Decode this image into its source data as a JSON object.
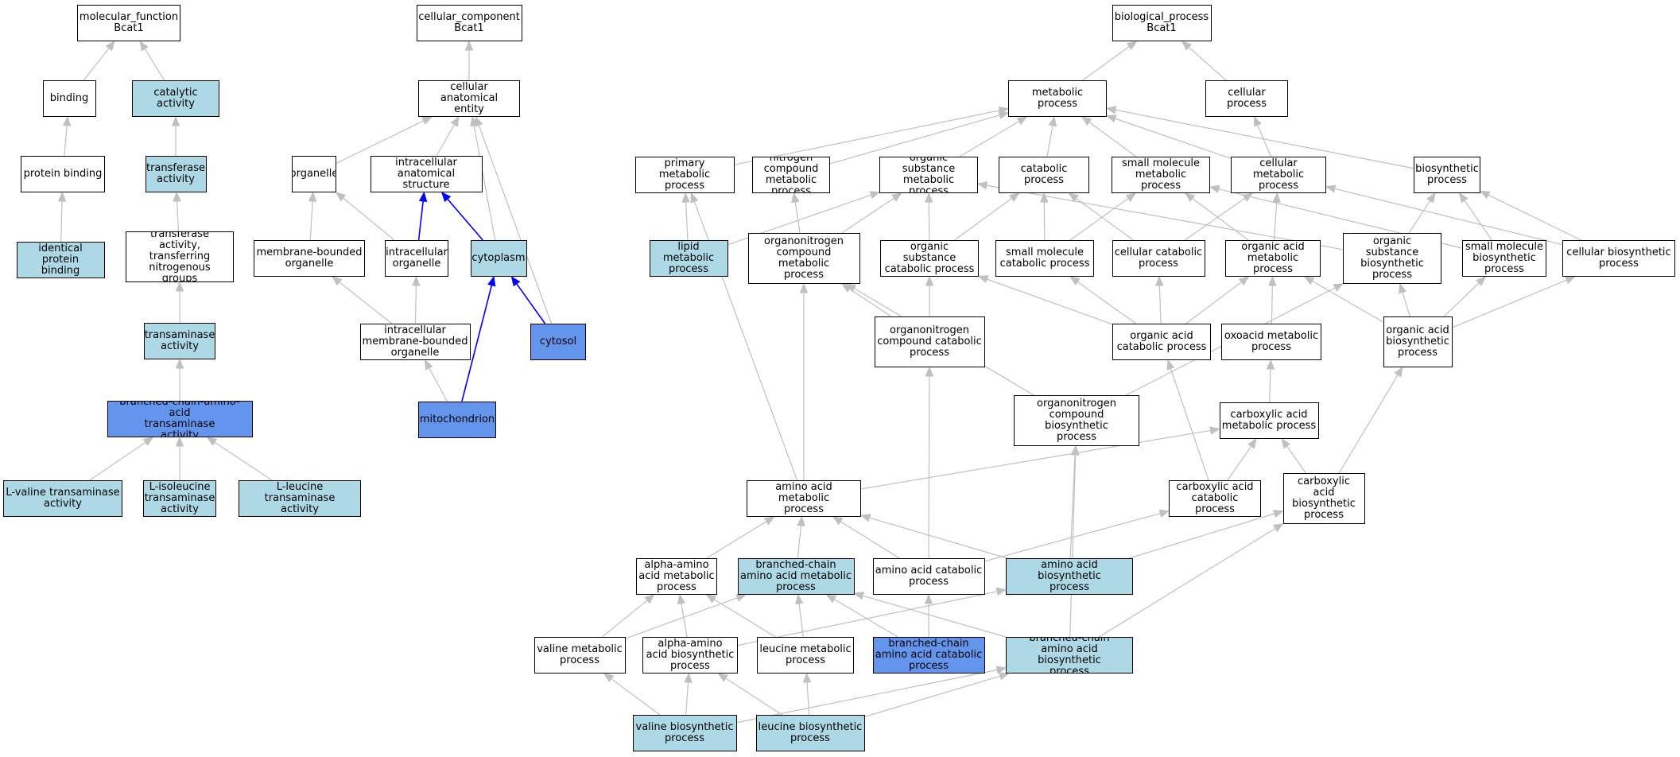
{
  "colors": {
    "plain": "#ffffff",
    "light": "#add8e6",
    "dark": "#6495ed",
    "edge_gray": "#c0c0c0",
    "edge_blue": "#0000ff"
  },
  "nodes": [
    {
      "id": "mf",
      "label": "molecular_function\nBcat1",
      "fill": "plain"
    },
    {
      "id": "binding",
      "label": "binding",
      "fill": "plain"
    },
    {
      "id": "catalytic",
      "label": "catalytic activity",
      "fill": "light"
    },
    {
      "id": "protbind",
      "label": "protein binding",
      "fill": "plain"
    },
    {
      "id": "transferase",
      "label": "transferase\nactivity",
      "fill": "light"
    },
    {
      "id": "identprot",
      "label": "identical protein\nbinding",
      "fill": "light"
    },
    {
      "id": "transfnitro",
      "label": "transferase\nactivity, transferring\nnitrogenous\ngroups",
      "fill": "plain"
    },
    {
      "id": "transaminase",
      "label": "transaminase\nactivity",
      "fill": "light"
    },
    {
      "id": "bcaa_trans",
      "label": "branched-chain-amino-acid\ntransaminase\nactivity",
      "fill": "dark"
    },
    {
      "id": "lval",
      "label": "L-valine transaminase\nactivity",
      "fill": "light"
    },
    {
      "id": "liso",
      "label": "L-isoleucine\ntransaminase\nactivity",
      "fill": "light"
    },
    {
      "id": "lleu",
      "label": "L-leucine transaminase\nactivity",
      "fill": "light"
    },
    {
      "id": "cc",
      "label": "cellular_component\nBcat1",
      "fill": "plain"
    },
    {
      "id": "cae",
      "label": "cellular anatomical\nentity",
      "fill": "plain"
    },
    {
      "id": "organelle",
      "label": "organelle",
      "fill": "plain"
    },
    {
      "id": "ias",
      "label": "intracellular\nanatomical structure",
      "fill": "plain"
    },
    {
      "id": "mbo",
      "label": "membrane-bounded\norganelle",
      "fill": "plain"
    },
    {
      "id": "io",
      "label": "intracellular\norganelle",
      "fill": "plain"
    },
    {
      "id": "cytoplasm",
      "label": "cytoplasm",
      "fill": "light"
    },
    {
      "id": "imbo",
      "label": "intracellular\nmembrane-bounded\norganelle",
      "fill": "plain"
    },
    {
      "id": "cytosol",
      "label": "cytosol",
      "fill": "dark"
    },
    {
      "id": "mito",
      "label": "mitochondrion",
      "fill": "dark"
    },
    {
      "id": "bp",
      "label": "biological_process\nBcat1",
      "fill": "plain"
    },
    {
      "id": "metab",
      "label": "metabolic process",
      "fill": "plain"
    },
    {
      "id": "cellproc",
      "label": "cellular process",
      "fill": "plain"
    },
    {
      "id": "primary",
      "label": "primary metabolic\nprocess",
      "fill": "plain"
    },
    {
      "id": "nitrogen",
      "label": "nitrogen compound\nmetabolic process",
      "fill": "plain"
    },
    {
      "id": "orgsub",
      "label": "organic substance\nmetabolic process",
      "fill": "plain"
    },
    {
      "id": "catab",
      "label": "catabolic process",
      "fill": "plain"
    },
    {
      "id": "smallmol",
      "label": "small molecule\nmetabolic process",
      "fill": "plain"
    },
    {
      "id": "cellmetab",
      "label": "cellular metabolic\nprocess",
      "fill": "plain"
    },
    {
      "id": "biosyn",
      "label": "biosynthetic\nprocess",
      "fill": "plain"
    },
    {
      "id": "lipid",
      "label": "lipid metabolic\nprocess",
      "fill": "light"
    },
    {
      "id": "orgnitro",
      "label": "organonitrogen\ncompound metabolic\nprocess",
      "fill": "plain"
    },
    {
      "id": "orgsubcat",
      "label": "organic substance\ncatabolic process",
      "fill": "plain"
    },
    {
      "id": "smallcat",
      "label": "small molecule\ncatabolic process",
      "fill": "plain"
    },
    {
      "id": "cellcat",
      "label": "cellular catabolic\nprocess",
      "fill": "plain"
    },
    {
      "id": "orgacid",
      "label": "organic acid\nmetabolic process",
      "fill": "plain"
    },
    {
      "id": "orgsubbio",
      "label": "organic substance\nbiosynthetic\nprocess",
      "fill": "plain"
    },
    {
      "id": "smallbio",
      "label": "small molecule\nbiosynthetic\nprocess",
      "fill": "plain"
    },
    {
      "id": "cellbio",
      "label": "cellular biosynthetic\nprocess",
      "fill": "plain"
    },
    {
      "id": "orgnitrocat",
      "label": "organonitrogen\ncompound catabolic\nprocess",
      "fill": "plain"
    },
    {
      "id": "orgacidcat",
      "label": "organic acid\ncatabolic process",
      "fill": "plain"
    },
    {
      "id": "oxoacid",
      "label": "oxoacid metabolic\nprocess",
      "fill": "plain"
    },
    {
      "id": "orgacidbio",
      "label": "organic acid\nbiosynthetic\nprocess",
      "fill": "plain"
    },
    {
      "id": "orgnitrobio",
      "label": "organonitrogen\ncompound biosynthetic\nprocess",
      "fill": "plain"
    },
    {
      "id": "carbox",
      "label": "carboxylic acid\nmetabolic process",
      "fill": "plain"
    },
    {
      "id": "aametab",
      "label": "amino acid metabolic\nprocess",
      "fill": "plain"
    },
    {
      "id": "carboxcat",
      "label": "carboxylic acid\ncatabolic process",
      "fill": "plain"
    },
    {
      "id": "carboxbio",
      "label": "carboxylic acid\nbiosynthetic\nprocess",
      "fill": "plain"
    },
    {
      "id": "alphaamino",
      "label": "alpha-amino\nacid metabolic\nprocess",
      "fill": "plain"
    },
    {
      "id": "bcaametab",
      "label": "branched-chain\namino acid metabolic\nprocess",
      "fill": "light"
    },
    {
      "id": "aacat",
      "label": "amino acid catabolic\nprocess",
      "fill": "plain"
    },
    {
      "id": "aabio",
      "label": "amino acid biosynthetic\nprocess",
      "fill": "light"
    },
    {
      "id": "valmetab",
      "label": "valine metabolic\nprocess",
      "fill": "plain"
    },
    {
      "id": "alphabio",
      "label": "alpha-amino\nacid biosynthetic\nprocess",
      "fill": "plain"
    },
    {
      "id": "leumetab",
      "label": "leucine metabolic\nprocess",
      "fill": "plain"
    },
    {
      "id": "bcaacat",
      "label": "branched-chain\namino acid catabolic\nprocess",
      "fill": "dark"
    },
    {
      "id": "bcaabio",
      "label": "branched-chain\namino acid biosynthetic\nprocess",
      "fill": "light"
    },
    {
      "id": "valbio",
      "label": "valine biosynthetic\nprocess",
      "fill": "light"
    },
    {
      "id": "leubio",
      "label": "leucine biosynthetic\nprocess",
      "fill": "light"
    }
  ],
  "edges": [
    {
      "from": "binding",
      "to": "mf",
      "color": "gray"
    },
    {
      "from": "catalytic",
      "to": "mf",
      "color": "gray"
    },
    {
      "from": "protbind",
      "to": "binding",
      "color": "gray"
    },
    {
      "from": "transferase",
      "to": "catalytic",
      "color": "gray"
    },
    {
      "from": "identprot",
      "to": "protbind",
      "color": "gray"
    },
    {
      "from": "transfnitro",
      "to": "transferase",
      "color": "gray"
    },
    {
      "from": "transaminase",
      "to": "transfnitro",
      "color": "gray"
    },
    {
      "from": "bcaa_trans",
      "to": "transaminase",
      "color": "gray"
    },
    {
      "from": "lval",
      "to": "bcaa_trans",
      "color": "gray"
    },
    {
      "from": "liso",
      "to": "bcaa_trans",
      "color": "gray"
    },
    {
      "from": "lleu",
      "to": "bcaa_trans",
      "color": "gray"
    },
    {
      "from": "cae",
      "to": "cc",
      "color": "gray"
    },
    {
      "from": "organelle",
      "to": "cae",
      "color": "gray"
    },
    {
      "from": "ias",
      "to": "cae",
      "color": "gray"
    },
    {
      "from": "cytoplasm",
      "to": "cae",
      "color": "gray"
    },
    {
      "from": "cytosol",
      "to": "cae",
      "color": "gray"
    },
    {
      "from": "mbo",
      "to": "organelle",
      "color": "gray"
    },
    {
      "from": "io",
      "to": "organelle",
      "color": "gray"
    },
    {
      "from": "io",
      "to": "ias",
      "color": "blue"
    },
    {
      "from": "cytoplasm",
      "to": "ias",
      "color": "blue"
    },
    {
      "from": "imbo",
      "to": "mbo",
      "color": "gray"
    },
    {
      "from": "imbo",
      "to": "io",
      "color": "gray"
    },
    {
      "from": "mito",
      "to": "imbo",
      "color": "gray"
    },
    {
      "from": "mito",
      "to": "cytoplasm",
      "color": "blue"
    },
    {
      "from": "cytosol",
      "to": "cytoplasm",
      "color": "blue"
    },
    {
      "from": "metab",
      "to": "bp",
      "color": "gray"
    },
    {
      "from": "cellproc",
      "to": "bp",
      "color": "gray"
    },
    {
      "from": "primary",
      "to": "metab",
      "color": "gray"
    },
    {
      "from": "nitrogen",
      "to": "metab",
      "color": "gray"
    },
    {
      "from": "orgsub",
      "to": "metab",
      "color": "gray"
    },
    {
      "from": "catab",
      "to": "metab",
      "color": "gray"
    },
    {
      "from": "smallmol",
      "to": "metab",
      "color": "gray"
    },
    {
      "from": "cellmetab",
      "to": "metab",
      "color": "gray"
    },
    {
      "from": "biosyn",
      "to": "metab",
      "color": "gray"
    },
    {
      "from": "cellmetab",
      "to": "cellproc",
      "color": "gray"
    },
    {
      "from": "lipid",
      "to": "primary",
      "color": "gray"
    },
    {
      "from": "lipid",
      "to": "orgsub",
      "color": "gray"
    },
    {
      "from": "orgnitro",
      "to": "nitrogen",
      "color": "gray"
    },
    {
      "from": "orgnitro",
      "to": "orgsub",
      "color": "gray"
    },
    {
      "from": "orgsubcat",
      "to": "orgsub",
      "color": "gray"
    },
    {
      "from": "orgsubcat",
      "to": "catab",
      "color": "gray"
    },
    {
      "from": "smallcat",
      "to": "catab",
      "color": "gray"
    },
    {
      "from": "smallcat",
      "to": "smallmol",
      "color": "gray"
    },
    {
      "from": "cellcat",
      "to": "catab",
      "color": "gray"
    },
    {
      "from": "cellcat",
      "to": "cellmetab",
      "color": "gray"
    },
    {
      "from": "orgacid",
      "to": "smallmol",
      "color": "gray"
    },
    {
      "from": "orgacid",
      "to": "cellmetab",
      "color": "gray"
    },
    {
      "from": "orgsubbio",
      "to": "orgsub",
      "color": "gray"
    },
    {
      "from": "orgsubbio",
      "to": "biosyn",
      "color": "gray"
    },
    {
      "from": "smallbio",
      "to": "smallmol",
      "color": "gray"
    },
    {
      "from": "smallbio",
      "to": "biosyn",
      "color": "gray"
    },
    {
      "from": "cellbio",
      "to": "cellmetab",
      "color": "gray"
    },
    {
      "from": "cellbio",
      "to": "biosyn",
      "color": "gray"
    },
    {
      "from": "orgnitrocat",
      "to": "orgnitro",
      "color": "gray"
    },
    {
      "from": "orgnitrocat",
      "to": "orgsubcat",
      "color": "gray"
    },
    {
      "from": "orgacidcat",
      "to": "orgsubcat",
      "color": "gray"
    },
    {
      "from": "orgacidcat",
      "to": "smallcat",
      "color": "gray"
    },
    {
      "from": "orgacidcat",
      "to": "cellcat",
      "color": "gray"
    },
    {
      "from": "orgacidcat",
      "to": "orgacid",
      "color": "gray"
    },
    {
      "from": "oxoacid",
      "to": "orgacid",
      "color": "gray"
    },
    {
      "from": "orgacidbio",
      "to": "orgacid",
      "color": "gray"
    },
    {
      "from": "orgacidbio",
      "to": "orgsubbio",
      "color": "gray"
    },
    {
      "from": "orgacidbio",
      "to": "smallbio",
      "color": "gray"
    },
    {
      "from": "orgacidbio",
      "to": "cellbio",
      "color": "gray"
    },
    {
      "from": "orgnitrobio",
      "to": "orgnitro",
      "color": "gray"
    },
    {
      "from": "orgnitrobio",
      "to": "orgsubbio",
      "color": "gray"
    },
    {
      "from": "carbox",
      "to": "oxoacid",
      "color": "gray"
    },
    {
      "from": "aametab",
      "to": "primary",
      "color": "gray"
    },
    {
      "from": "aametab",
      "to": "orgnitro",
      "color": "gray"
    },
    {
      "from": "aametab",
      "to": "carbox",
      "color": "gray"
    },
    {
      "from": "carboxcat",
      "to": "orgacidcat",
      "color": "gray"
    },
    {
      "from": "carboxcat",
      "to": "carbox",
      "color": "gray"
    },
    {
      "from": "carboxbio",
      "to": "carbox",
      "color": "gray"
    },
    {
      "from": "carboxbio",
      "to": "orgacidbio",
      "color": "gray"
    },
    {
      "from": "alphaamino",
      "to": "aametab",
      "color": "gray"
    },
    {
      "from": "bcaametab",
      "to": "aametab",
      "color": "gray"
    },
    {
      "from": "aacat",
      "to": "aametab",
      "color": "gray"
    },
    {
      "from": "aacat",
      "to": "orgnitrocat",
      "color": "gray"
    },
    {
      "from": "aacat",
      "to": "carboxcat",
      "color": "gray"
    },
    {
      "from": "aabio",
      "to": "aametab",
      "color": "gray"
    },
    {
      "from": "aabio",
      "to": "orgnitrobio",
      "color": "gray"
    },
    {
      "from": "aabio",
      "to": "carboxbio",
      "color": "gray"
    },
    {
      "from": "valmetab",
      "to": "alphaamino",
      "color": "gray"
    },
    {
      "from": "valmetab",
      "to": "bcaametab",
      "color": "gray"
    },
    {
      "from": "alphabio",
      "to": "alphaamino",
      "color": "gray"
    },
    {
      "from": "alphabio",
      "to": "aabio",
      "color": "gray"
    },
    {
      "from": "leumetab",
      "to": "alphaamino",
      "color": "gray"
    },
    {
      "from": "leumetab",
      "to": "bcaametab",
      "color": "gray"
    },
    {
      "from": "bcaacat",
      "to": "bcaametab",
      "color": "gray"
    },
    {
      "from": "bcaacat",
      "to": "aacat",
      "color": "gray"
    },
    {
      "from": "bcaabio",
      "to": "bcaametab",
      "color": "gray"
    },
    {
      "from": "bcaabio",
      "to": "orgnitrobio",
      "color": "gray"
    },
    {
      "from": "bcaabio",
      "to": "carboxbio",
      "color": "gray"
    },
    {
      "from": "valbio",
      "to": "valmetab",
      "color": "gray"
    },
    {
      "from": "valbio",
      "to": "alphabio",
      "color": "gray"
    },
    {
      "from": "valbio",
      "to": "bcaabio",
      "color": "gray"
    },
    {
      "from": "leubio",
      "to": "alphabio",
      "color": "gray"
    },
    {
      "from": "leubio",
      "to": "leumetab",
      "color": "gray"
    },
    {
      "from": "leubio",
      "to": "bcaabio",
      "color": "gray"
    }
  ]
}
